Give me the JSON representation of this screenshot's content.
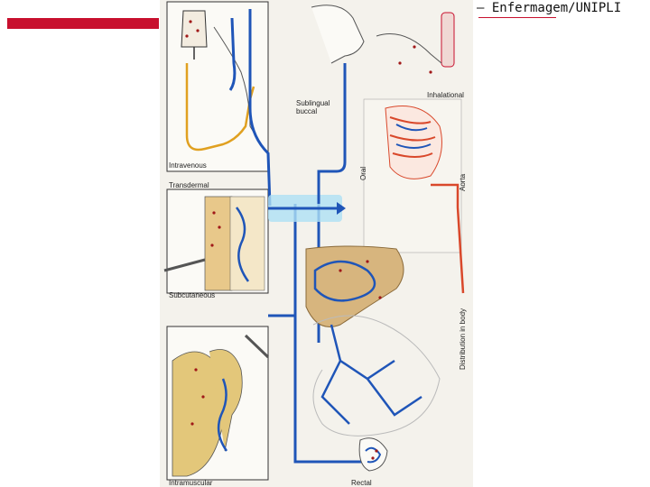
{
  "header": {
    "title": "– Enfermagem/UNIPLI"
  },
  "figure": {
    "labels": {
      "intravenous": "Intravenous",
      "transdermal": "Transdermal",
      "subcutaneous": "Subcutaneous",
      "intramuscular": "Intramuscular",
      "sublingual": "Sublingual",
      "buccal": "buccal",
      "inhalational": "Inhalational",
      "oral": "Oral",
      "aorta": "Aorta",
      "distribution": "Distribution in body",
      "rectal": "Rectal"
    },
    "colors": {
      "vessel_blue": "#1f55b8",
      "artery_red": "#d9482b",
      "iv_line": "#e0a020",
      "skin_tan": "#e8c88a",
      "muscle_tan": "#e3c77a",
      "liver_tan": "#d7b57e",
      "drug_dot": "#a01818",
      "flow_glow": "#aee0f5"
    }
  }
}
